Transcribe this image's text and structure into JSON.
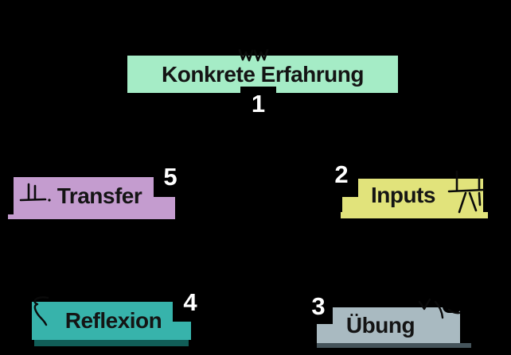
{
  "background_color": "#000000",
  "text_color": "#141414",
  "number_color": "#ffffff",
  "nodes": [
    {
      "id": "konkrete-erfahrung",
      "label": "Konkrete Erfahrung",
      "number": "1",
      "color": "#a5ecc6",
      "icon": "zigzag-doodle-icon"
    },
    {
      "id": "inputs",
      "label": "Inputs",
      "number": "2",
      "color": "#e1e37b",
      "icon": "easel-icon"
    },
    {
      "id": "uebung",
      "label": "Übung",
      "number": "3",
      "color": "#a9bac1",
      "shadow_color": "#45545b",
      "icon": "pencil-doodle-icon"
    },
    {
      "id": "reflexion",
      "label": "Reflexion",
      "number": "4",
      "color": "#37b3ab",
      "shadow_color": "#115e58",
      "icon": "squiggle-icon"
    },
    {
      "id": "transfer",
      "label": "Transfer",
      "number": "5",
      "color": "#c49ccf",
      "icon": "table-icon"
    }
  ]
}
